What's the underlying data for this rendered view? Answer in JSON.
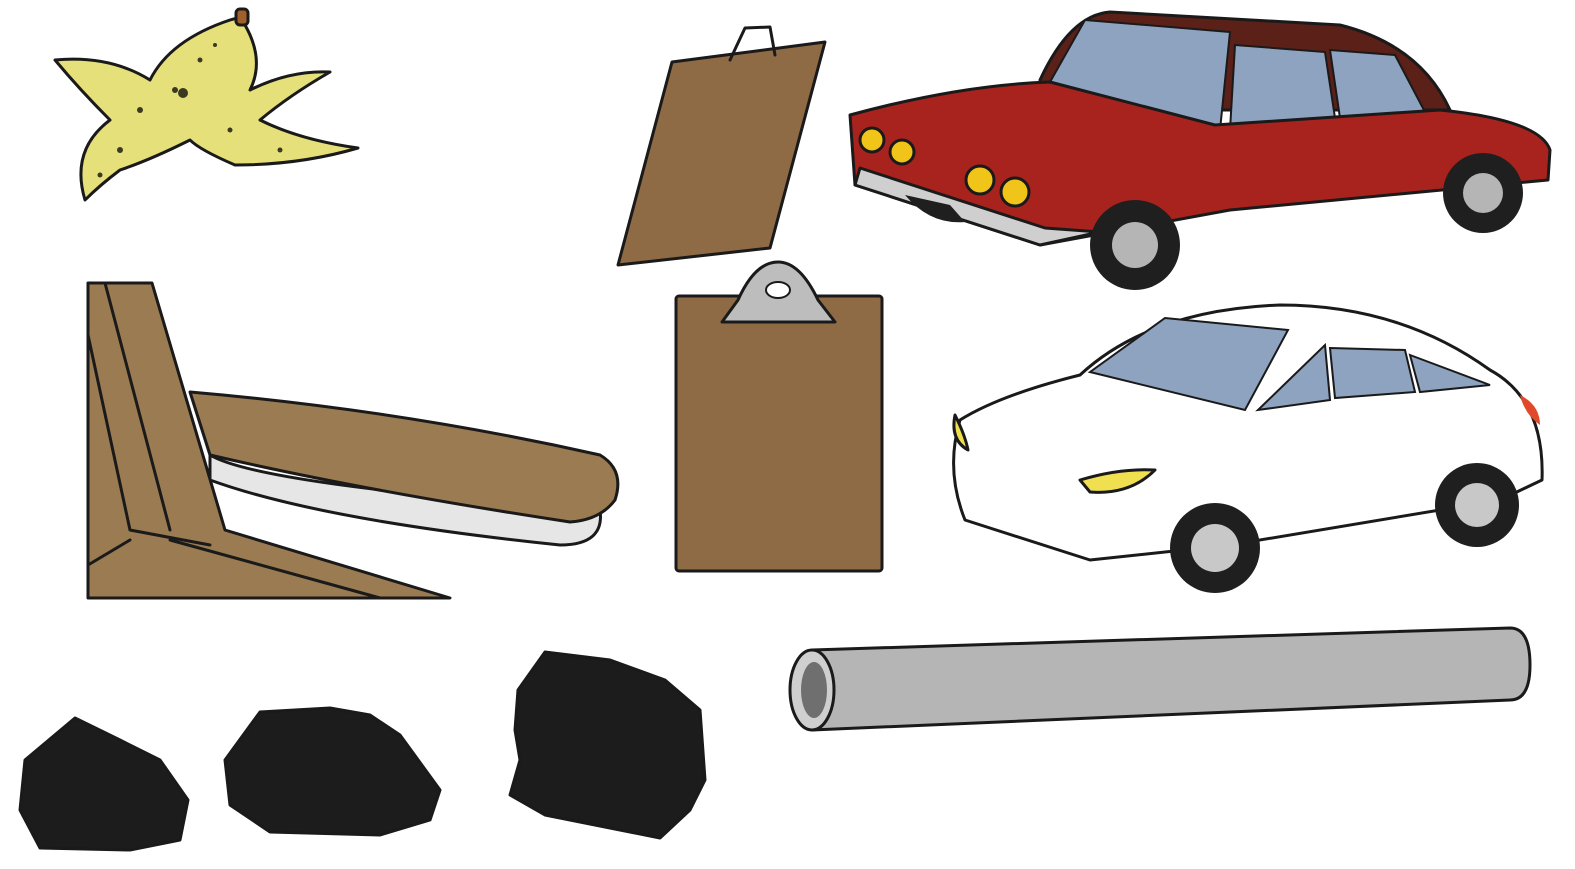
{
  "sprites": [
    {
      "id": "banana-peel",
      "color": "#e6e07a"
    },
    {
      "id": "clipboard-tilted",
      "color": "#8f6b45"
    },
    {
      "id": "red-sedan",
      "color": "#a8231e"
    },
    {
      "id": "bench-corner",
      "color": "#9b7b52"
    },
    {
      "id": "clipboard-upright",
      "color": "#8f6b45"
    },
    {
      "id": "white-hatchback",
      "color": "#ffffff"
    },
    {
      "id": "coal-rock-small",
      "color": "#1c1c1c"
    },
    {
      "id": "coal-rock-medium",
      "color": "#1c1c1c"
    },
    {
      "id": "coal-rock-large",
      "color": "#1c1c1c"
    },
    {
      "id": "metal-pipe",
      "color": "#b5b5b5"
    }
  ],
  "background": "#ffffff"
}
